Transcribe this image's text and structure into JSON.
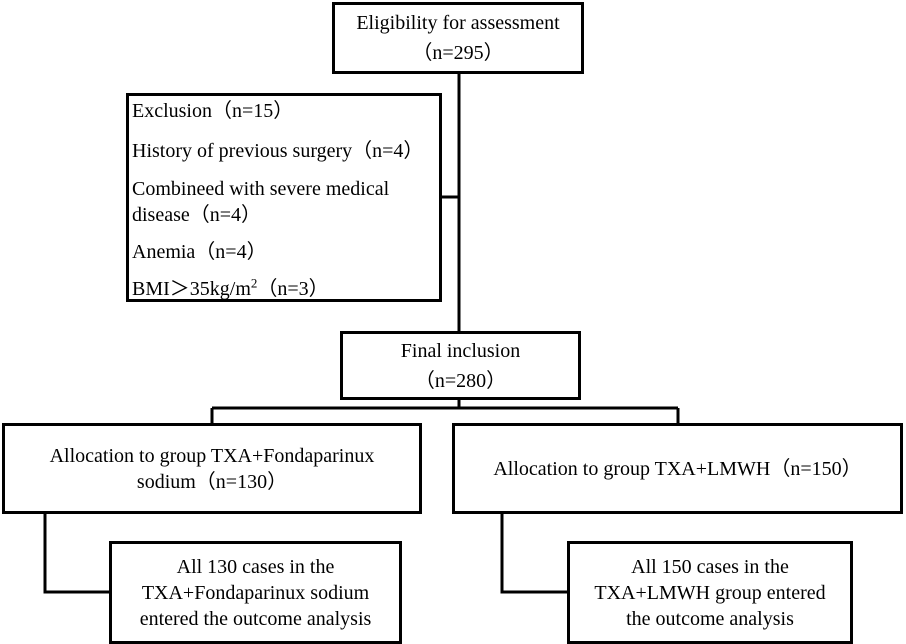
{
  "eligibility": {
    "title": "Eligibility for assessment",
    "count": "（n=295）"
  },
  "exclusion": {
    "lines": [
      "Exclusion（n=15）",
      "History of previous surgery（n=4）",
      "Combineed with severe medical",
      "disease（n=4）",
      "Anemia（n=4）"
    ],
    "bmi_prefix": "BMI＞35kg/m",
    "bmi_sup": "2",
    "bmi_suffix": "（n=3）"
  },
  "final": {
    "title": "Final inclusion",
    "count": "（n=280）"
  },
  "group_a": {
    "line1": "Allocation to group TXA+Fondaparinux",
    "line2": "sodium（n=130）"
  },
  "group_b": {
    "line1": "Allocation to group TXA+LMWH（n=150）"
  },
  "outcome_a": {
    "line1": "All 130 cases in the",
    "line2": "TXA+Fondaparinux sodium",
    "line3": "entered the outcome analysis"
  },
  "outcome_b": {
    "line1": "All 150 cases in the",
    "line2": "TXA+LMWH group entered",
    "line3": "the outcome analysis"
  },
  "colors": {
    "stroke": "#000000",
    "background": "#ffffff"
  }
}
